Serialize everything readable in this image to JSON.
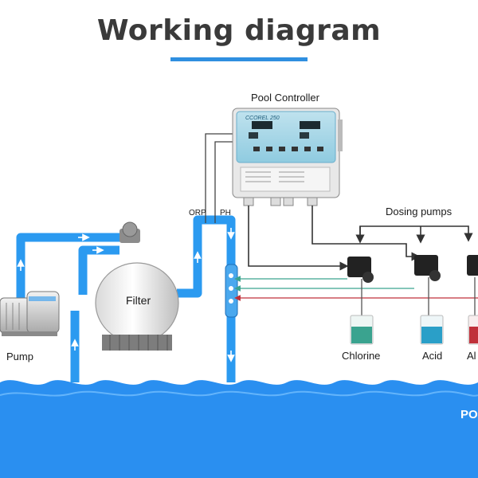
{
  "title": "Working diagram",
  "labels": {
    "controller": "Pool Controller",
    "controller_brand": "CCOREL 250",
    "dosing": "Dosing pumps",
    "orp": "ORP",
    "ph": "PH",
    "filter": "Filter",
    "pump": "Pump",
    "chlorine": "Chlorine",
    "acid": "Acid",
    "third": "Al",
    "pool": "PO"
  },
  "colors": {
    "pipe": "#2b9af0",
    "water": "#2a8ff0",
    "accent": "#2f8fe0",
    "chlorine": "#3aa38f",
    "acid": "#2a9fc8",
    "third": "#c0303a"
  }
}
